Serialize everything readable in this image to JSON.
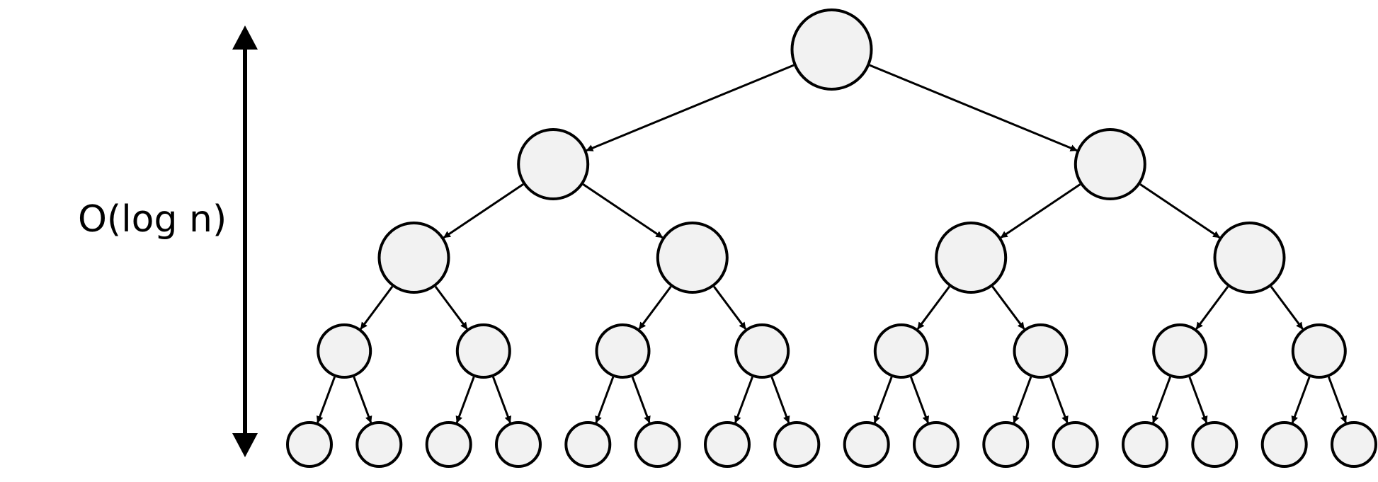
{
  "height_label": "O(log n)",
  "tree": {
    "levels": 5,
    "branching": 2
  },
  "colors": {
    "node_fill": "#f2f2f2",
    "stroke": "#000000",
    "background": "#ffffff"
  }
}
